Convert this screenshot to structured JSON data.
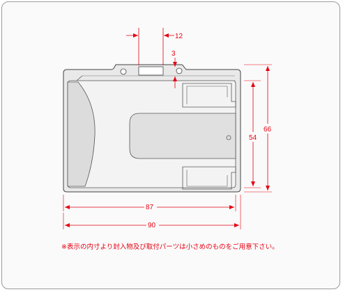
{
  "dimensions": {
    "slot_width": "12",
    "slot_offset": "3",
    "inner_width": "87",
    "outer_width": "90",
    "inner_height": "54",
    "outer_height": "66"
  },
  "note": "※表示の内寸より封入物及び取付パーツは小さめのものをご用意下さい。",
  "colors": {
    "dimension": "#e60012",
    "outline": "#444444",
    "holder_fill": "#e9e9e9",
    "frame_border": "#9a9a9a"
  }
}
